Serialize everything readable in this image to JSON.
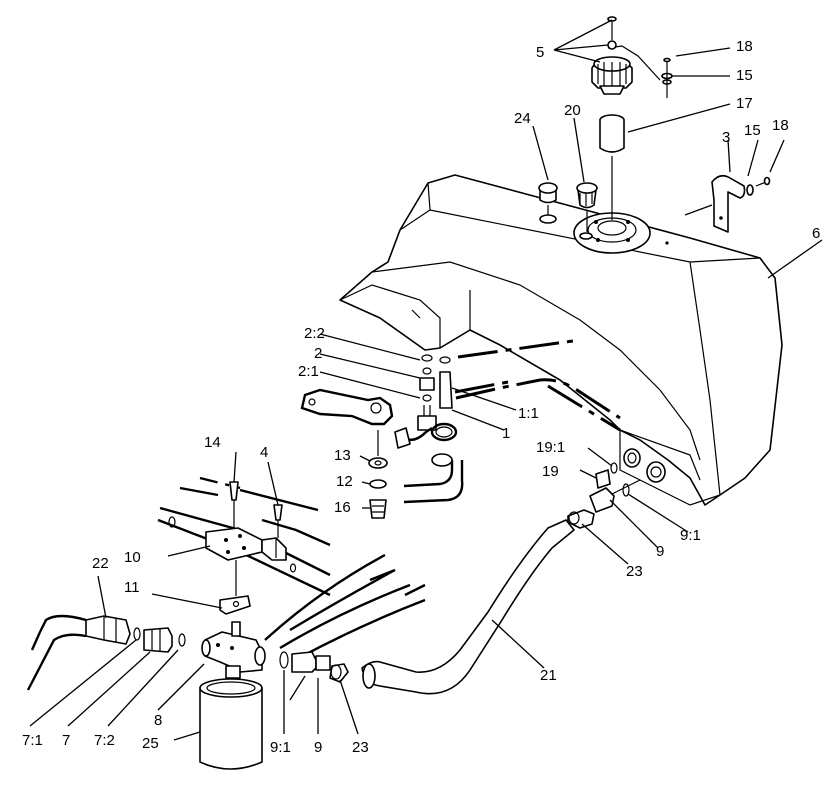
{
  "callouts": {
    "c1": "1",
    "c1_1": "1:1",
    "c2": "2",
    "c2_1": "2:1",
    "c2_2": "2:2",
    "c3": "3",
    "c4": "4",
    "c5": "5",
    "c6": "6",
    "c7": "7",
    "c7_1": "7:1",
    "c7_2": "7:2",
    "c8": "8",
    "c9a": "9",
    "c9b": "9",
    "c9_1a": "9:1",
    "c9_1b": "9:1",
    "c10": "10",
    "c11": "11",
    "c12": "12",
    "c13": "13",
    "c14": "14",
    "c15a": "15",
    "c15b": "15",
    "c16": "16",
    "c17": "17",
    "c18a": "18",
    "c18b": "18",
    "c19": "19",
    "c19_1": "19:1",
    "c20": "20",
    "c21": "21",
    "c22": "22",
    "c23a": "23",
    "c23b": "23",
    "c24": "24",
    "c25": "25"
  }
}
